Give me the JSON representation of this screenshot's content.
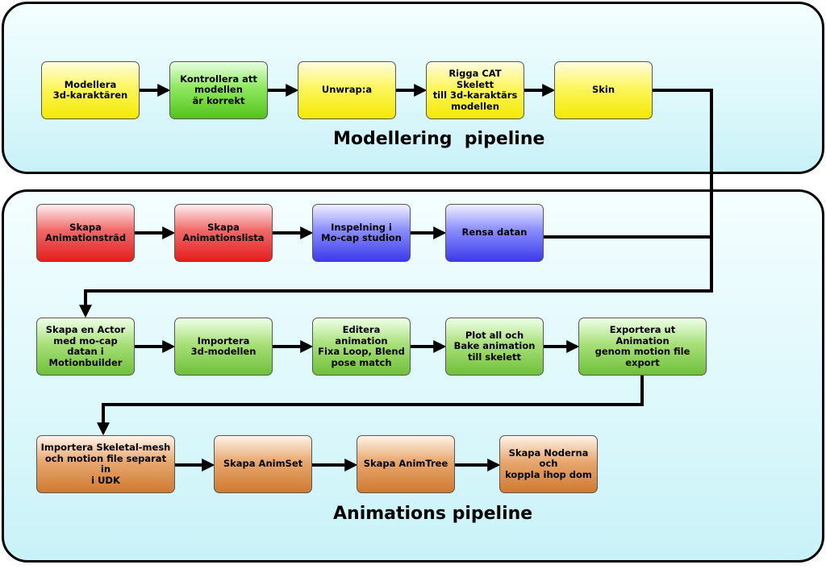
{
  "titles": {
    "modelling": "Modellering  pipeline",
    "animation": "Animations pipeline"
  },
  "nodes": {
    "n1": "Modellera\n3d-karaktären",
    "n2": "Kontrollera att\nmodellen\när korrekt",
    "n3": "Unwrap:a",
    "n4": "Rigga CAT Skelett\ntill 3d-karaktärs\nmodellen",
    "n5": "Skin",
    "n6": "Skapa\nAnimationsträd",
    "n7": "Skapa\nAnimationslista",
    "n8": "Inspelning i\nMo-cap studion",
    "n9": "Rensa datan",
    "n10": "Skapa en Actor\nmed mo-cap\ndatan i\nMotionbuilder",
    "n11": "Importera\n3d-modellen",
    "n12": "Editera animation\nFixa Loop, Blend\npose match",
    "n13": "Plot all och\nBake animation\ntill skelett",
    "n14": "Exportera ut Animation\ngenom motion file\nexport",
    "n15": "Importera Skeletal-mesh\noch motion file separat in\ni UDK",
    "n16": "Skapa  AnimSet",
    "n17": "Skapa  AnimTree",
    "n18": "Skapa Noderna och\nkoppla ihop dom"
  },
  "colors": {
    "yellow": "#fdf660",
    "green": "#52c41a",
    "red": "#e41e1e",
    "blue": "#3b3be8",
    "orange": "#cf7a30",
    "panel": "#dcf8fb"
  }
}
